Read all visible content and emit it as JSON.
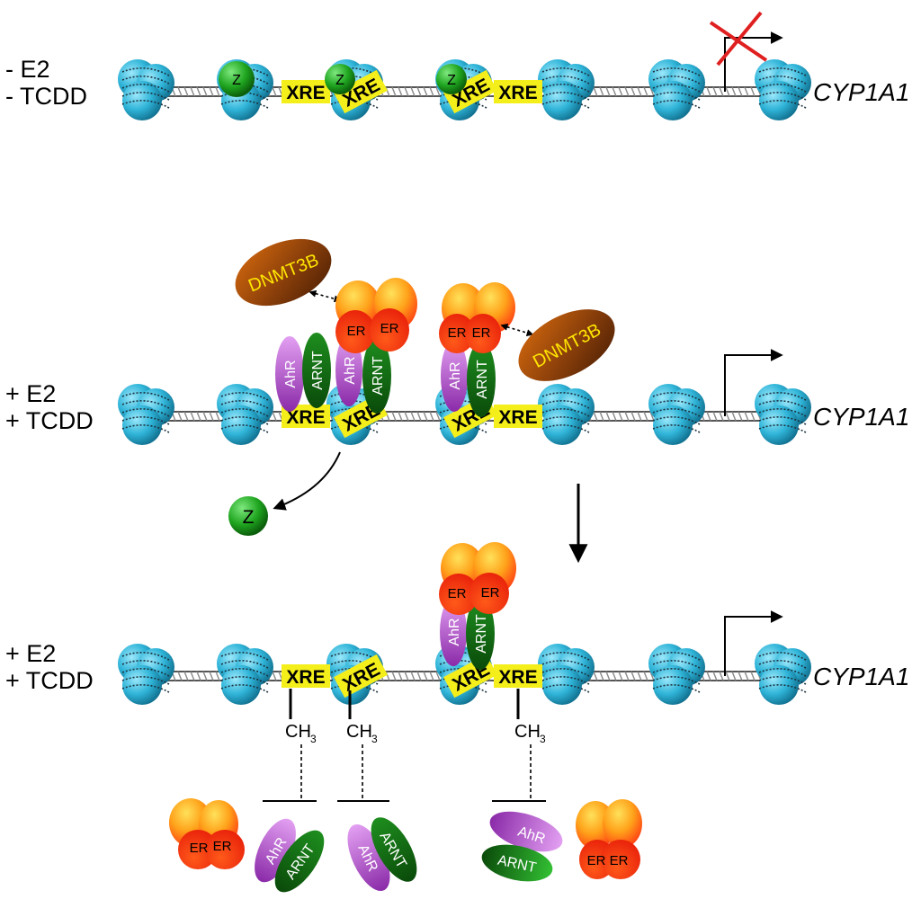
{
  "rows": [
    {
      "cond1": "- E2",
      "cond2": "- TCDD",
      "gene": "CYP1A1"
    },
    {
      "cond1": "+ E2",
      "cond2": "+ TCDD",
      "gene": "CYP1A1"
    },
    {
      "cond1": "+ E2",
      "cond2": "+ TCDD",
      "gene": "CYP1A1"
    }
  ],
  "labels": {
    "xre": "XRE",
    "z": "Z",
    "ahr": "AhR",
    "arnt": "ARNT",
    "er": "ER",
    "dnmt": "DNMT3B",
    "methyl_main": "CH",
    "methyl_sub": "3"
  },
  "colors": {
    "nucleosome": "#2fb4d8",
    "xre_box": "#f4ee1a",
    "z_green": "#1fa51f",
    "ahr_purple": "#9b3db8",
    "arnt_green": "#1a7e1a",
    "er_orange": "#ff8a1a",
    "dnmt_brown": "#8a3f0a",
    "blocked_cross": "#e02020"
  }
}
